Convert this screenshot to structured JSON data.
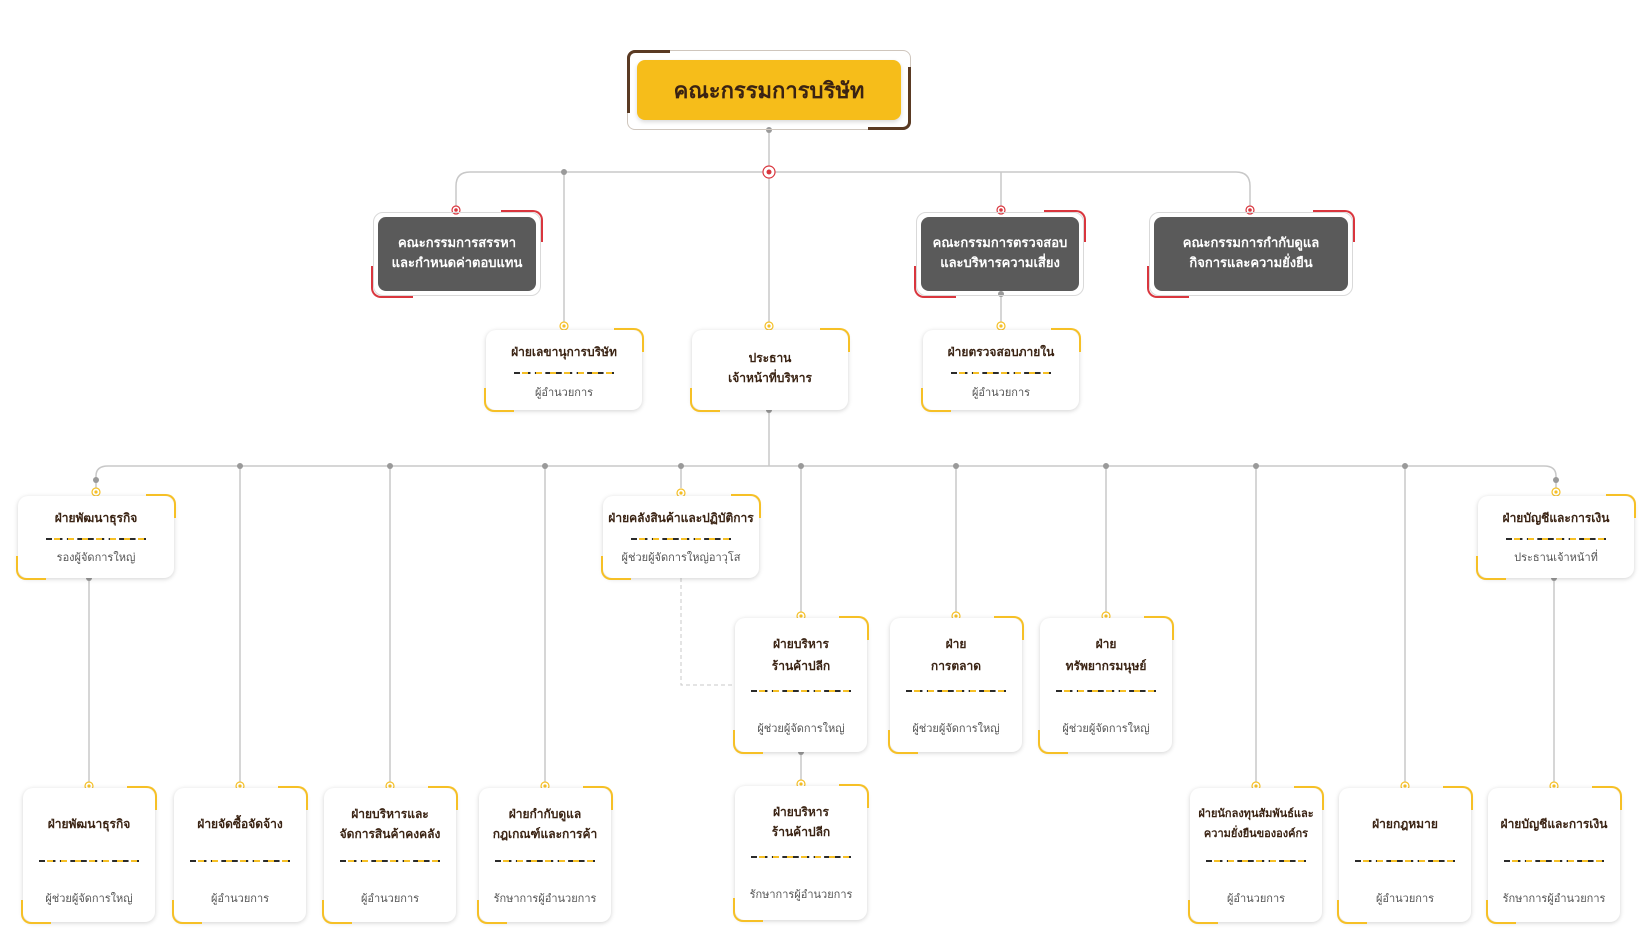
{
  "board": {
    "title": "คณะกรรมการบริษัท"
  },
  "committees": [
    {
      "line1": "คณะกรรมการสรรหา",
      "line2": "และกำหนดค่าตอบแทน"
    },
    {
      "line1": "คณะกรรมการตรวจสอบ",
      "line2": "และบริหารความเสี่ยง"
    },
    {
      "line1": "คณะกรรมการกำกับดูแล",
      "line2": "กิจการและความยั่งยืน"
    }
  ],
  "level1": {
    "secretary": {
      "title": "ฝ่ายเลขานุการบริษัท",
      "sub": "ผู้อำนวยการ"
    },
    "ceo": {
      "line1": "ประธาน",
      "line2": "เจ้าหน้าที่บริหาร"
    },
    "audit": {
      "title": "ฝ่ายตรวจสอบภายใน",
      "sub": "ผู้อำนวยการ"
    }
  },
  "level2": {
    "bizdev": {
      "title": "ฝ่ายพัฒนาธุรกิจ",
      "sub": "รองผู้จัดการใหญ่"
    },
    "warehouse": {
      "title": "ฝ่ายคลังสินค้าและปฏิบัติการ",
      "sub": "ผู้ช่วยผู้จัดการใหญ่อาวุโส"
    },
    "finance": {
      "title": "ฝ่ายบัญชีและการเงิน",
      "sub": "ประธานเจ้าหน้าที่"
    }
  },
  "level3": {
    "retail": {
      "line1": "ฝ่ายบริหาร",
      "line2": "ร้านค้าปลีก",
      "sub": "ผู้ช่วยผู้จัดการใหญ่"
    },
    "marketing": {
      "line1": "ฝ่าย",
      "line2": "การตลาด",
      "sub": "ผู้ช่วยผู้จัดการใหญ่"
    },
    "hr": {
      "line1": "ฝ่าย",
      "line2": "ทรัพยากรมนุษย์",
      "sub": "ผู้ช่วยผู้จัดการใหญ่"
    }
  },
  "level4": [
    {
      "line1": "ฝ่ายพัฒนาธุรกิจ",
      "line2": "",
      "sub": "ผู้ช่วยผู้จัดการใหญ่"
    },
    {
      "line1": "ฝ่ายจัดซื้อจัดจ้าง",
      "line2": "",
      "sub": "ผู้อำนวยการ"
    },
    {
      "line1": "ฝ่ายบริหารและ",
      "line2": "จัดการสินค้าคงคลัง",
      "sub": "ผู้อำนวยการ"
    },
    {
      "line1": "ฝ่ายกำกับดูแล",
      "line2": "กฎเกณฑ์และการค้า",
      "sub": "รักษาการผู้อำนวยการ"
    },
    {
      "line1": "ฝ่ายบริหาร",
      "line2": "ร้านค้าปลีก",
      "sub": "รักษาการผู้อำนวยการ"
    },
    {
      "line1": "ฝ่ายนักลงทุนสัมพันธ์และ",
      "line2": "ความยั่งยืนขององค์กร",
      "sub": "ผู้อำนวยการ"
    },
    {
      "line1": "ฝ่ายกฎหมาย",
      "line2": "",
      "sub": "ผู้อำนวยการ"
    },
    {
      "line1": "ฝ่ายบัญชีและการเงิน",
      "line2": "",
      "sub": "รักษาการผู้อำนวยการ"
    }
  ]
}
